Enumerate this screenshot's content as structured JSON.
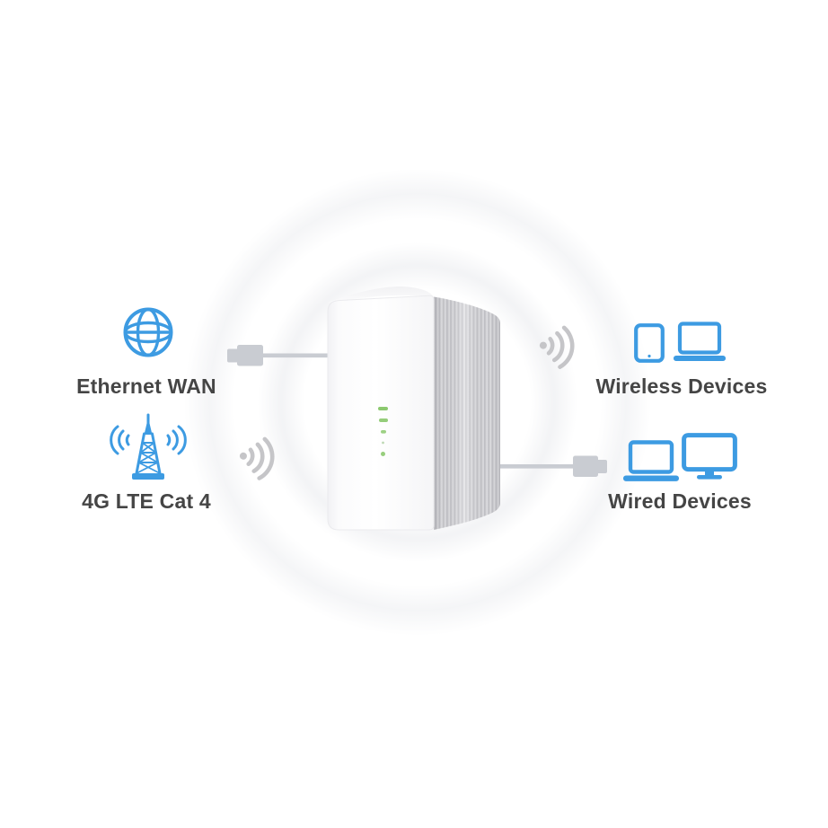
{
  "diagram": {
    "description": "4G LTE router connectivity diagram",
    "left": {
      "items": [
        {
          "icon": "globe-icon",
          "label": "Ethernet WAN"
        },
        {
          "icon": "cell-tower-icon",
          "label": "4G LTE Cat 4"
        }
      ]
    },
    "right": {
      "items": [
        {
          "icons": [
            "tablet-icon",
            "laptop-icon"
          ],
          "label": "Wireless Devices"
        },
        {
          "icons": [
            "laptop-icon",
            "monitor-icon"
          ],
          "label": "Wired Devices"
        }
      ]
    },
    "device": {
      "type": "4G LTE router",
      "led_count": 5
    },
    "connections": {
      "left_cable": "ethernet-wan-cable",
      "right_cable": "wired-lan-cable",
      "wifi_waves": [
        "wifi-signal-left",
        "wifi-signal-right"
      ]
    },
    "colors": {
      "accent_blue": "#3D9BE2",
      "label_text": "#454545",
      "cable_gray": "#C9CCD2",
      "wave_gray": "#C5C5C8",
      "led_green": "#8CC96F"
    }
  }
}
